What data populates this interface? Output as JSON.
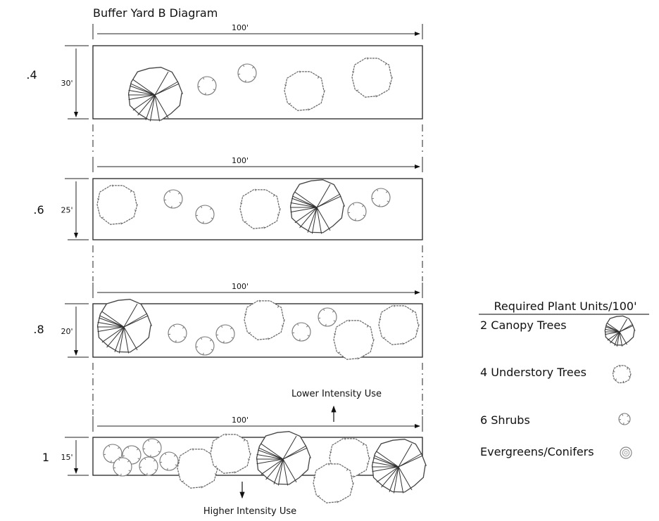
{
  "title": "Buffer Yard B Diagram",
  "rows": [
    {
      "factor": ".4",
      "depth": "30'",
      "length": "100'"
    },
    {
      "factor": ".6",
      "depth": "25'",
      "length": "100'"
    },
    {
      "factor": ".8",
      "depth": "20'",
      "length": "100'"
    },
    {
      "factor": "1",
      "depth": "15'",
      "length": "100'"
    }
  ],
  "annotations": {
    "lower": "Lower Intensity Use",
    "higher": "Higher Intensity Use"
  },
  "legend": {
    "title": "Required Plant Units/100'",
    "items": [
      {
        "label": "2 Canopy Trees",
        "icon": "canopy-tree-icon"
      },
      {
        "label": "4 Understory Trees",
        "icon": "understory-tree-icon"
      },
      {
        "label": "6 Shrubs",
        "icon": "shrub-icon"
      },
      {
        "label": "Evergreens/Conifers",
        "icon": "evergreen-icon"
      }
    ]
  }
}
